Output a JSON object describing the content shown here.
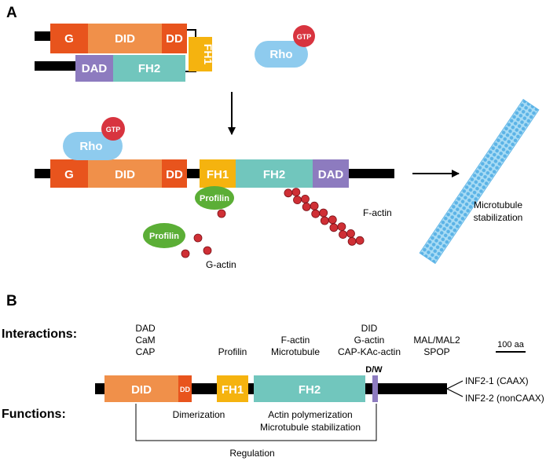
{
  "panel_labels": {
    "a": "A",
    "b": "B"
  },
  "domains": {
    "g": "G",
    "did": "DID",
    "dd": "DD",
    "fh1": "FH1",
    "fh2": "FH2",
    "dad": "DAD",
    "dw": "D/W"
  },
  "rho": {
    "label": "Rho",
    "gtp": "GTP"
  },
  "profilin": "Profilin",
  "labels": {
    "f_actin": "F-actin",
    "g_actin": "G-actin",
    "mt_line1": "Microtubule",
    "mt_line2": "stabilization"
  },
  "panel_b": {
    "interactions_header": "Interactions:",
    "functions_header": "Functions:",
    "interactions": {
      "did_col": [
        "DAD",
        "CaM",
        "CAP"
      ],
      "fh1_col": [
        "Profilin"
      ],
      "fh2_col": [
        "F-actin",
        "Microtubule"
      ],
      "dad_col": [
        "DID",
        "G-actin",
        "CAP-KAc-actin"
      ],
      "tail_col": [
        "MAL/MAL2",
        "SPOP"
      ]
    },
    "scale_bar": "100 aa",
    "isoforms": [
      "INF2-1 (CAAX)",
      "INF2-2 (nonCAAX)"
    ],
    "functions": {
      "dimerization": "Dimerization",
      "actin_poly": "Actin polymerization",
      "mt_stab": "Microtubule stabilization",
      "regulation": "Regulation"
    }
  },
  "colors": {
    "g": "#e8541d",
    "did": "#f0904a",
    "dd": "#e8541d",
    "fh1": "#f5b30f",
    "fh2": "#71c6bd",
    "dad": "#8d7bbf",
    "rho": "#8ecbee",
    "gtp": "#d8343f",
    "profilin": "#5bae36",
    "actin": "#cf2f35",
    "microtubule": "#7fc6ee"
  }
}
